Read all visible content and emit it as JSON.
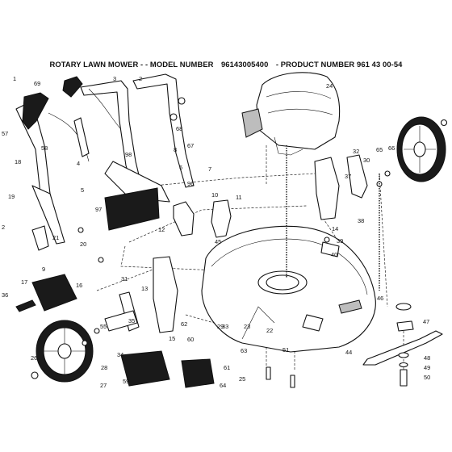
{
  "header": {
    "model_prefix": "ROTARY LAWN MOWER - - MODEL NUMBER",
    "model_number": "96143005400",
    "product_prefix": "- PRODUCT NUMBER",
    "product_number": "961 43 00-54"
  },
  "callouts": [
    "1",
    "2",
    "3",
    "4",
    "5",
    "6",
    "7",
    "8",
    "9",
    "10",
    "11",
    "12",
    "13",
    "14",
    "15",
    "16",
    "17",
    "18",
    "19",
    "20",
    "21",
    "22",
    "23",
    "24",
    "25",
    "26",
    "27",
    "28",
    "29",
    "30",
    "31",
    "32",
    "33",
    "34",
    "35",
    "36",
    "37",
    "38",
    "39",
    "40",
    "44",
    "45",
    "46",
    "47",
    "48",
    "49",
    "50",
    "51",
    "55",
    "57",
    "58",
    "59",
    "60",
    "61",
    "62",
    "63",
    "64",
    "65",
    "66",
    "67",
    "68",
    "69",
    "96",
    "97",
    "98"
  ],
  "margin_mark": "2"
}
